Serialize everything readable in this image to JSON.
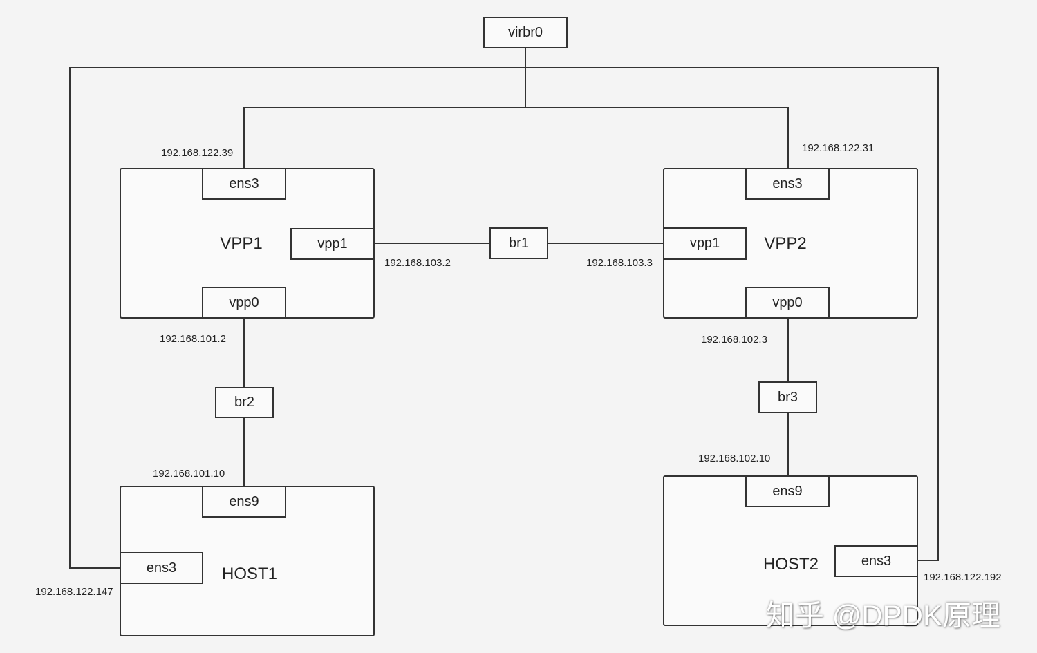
{
  "bridges": {
    "virbr0": "virbr0",
    "br1": "br1",
    "br2": "br2",
    "br3": "br3"
  },
  "nodes": {
    "vpp1": {
      "title": "VPP1",
      "ens3": "ens3",
      "vpp1": "vpp1",
      "vpp0": "vpp0"
    },
    "vpp2": {
      "title": "VPP2",
      "ens3": "ens3",
      "vpp1": "vpp1",
      "vpp0": "vpp0"
    },
    "host1": {
      "title": "HOST1",
      "ens9": "ens9",
      "ens3": "ens3"
    },
    "host2": {
      "title": "HOST2",
      "ens9": "ens9",
      "ens3": "ens3"
    }
  },
  "ips": {
    "vpp1_ens3": "192.168.122.39",
    "vpp2_ens3": "192.168.122.31",
    "vpp1_vpp1": "192.168.103.2",
    "vpp2_vpp1": "192.168.103.3",
    "vpp1_vpp0": "192.168.101.2",
    "vpp2_vpp0": "192.168.102.3",
    "host1_ens9": "192.168.101.10",
    "host2_ens9": "192.168.102.10",
    "host1_ens3": "192.168.122.147",
    "host2_ens3": "192.168.122.192"
  },
  "watermark": "知乎 @DPDK原理",
  "colors": {
    "line": "#333333",
    "background": "#f4f4f4"
  }
}
